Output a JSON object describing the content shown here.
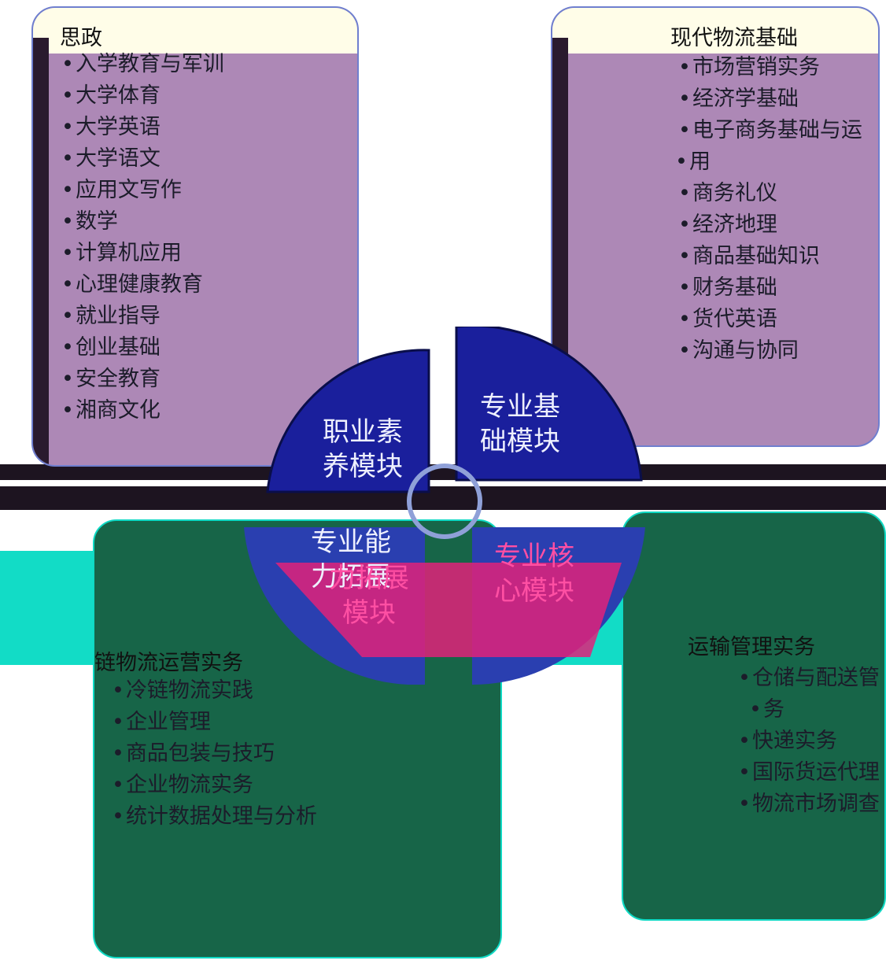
{
  "modules": {
    "top_left": {
      "heading": "思政",
      "items": [
        "入学教育与军训",
        "大学体育",
        "大学英语",
        "大学语文",
        "应用文写作",
        "数学",
        "计算机应用",
        "心理健康教育",
        "就业指导",
        "创业基础",
        "安全教育",
        "湘商文化"
      ]
    },
    "top_right": {
      "heading": "现代物流基础",
      "items": [
        "市场营销实务",
        "经济学基础",
        "电子商务基础与运",
        "用",
        "商务礼仪",
        "经济地理",
        "商品基础知识",
        "财务基础",
        "货代英语",
        "沟通与协同"
      ]
    },
    "bottom_left": {
      "heading": "链物流运营实务",
      "items": [
        "冷链物流实践",
        "企业管理",
        "商品包装与技巧",
        "企业物流实务",
        "统计数据处理与分析"
      ]
    },
    "bottom_right": {
      "heading": "运输管理实务",
      "items": [
        "仓储与配送管",
        "务",
        "快递实务",
        "国际货运代理",
        "物流市场调查"
      ]
    }
  },
  "center": {
    "segments": [
      {
        "label_line1": "职业素",
        "label_line2": "养模块",
        "color": "#1a1f9c"
      },
      {
        "label_line1": "专业基",
        "label_line2": "础模块",
        "color": "#1a1f9c"
      },
      {
        "label_line1": "专业能",
        "label_line2": "力拓展",
        "color": "#1a1f9c"
      },
      {
        "label_line1": "专业核",
        "label_line2": "心模块",
        "color": "#1a1f9c"
      }
    ],
    "overlay_label_line1": "力拓展",
    "overlay_label_line2": "模块"
  },
  "colors": {
    "panel_purple": "#ad88b6",
    "panel_green": "#176548",
    "teal": "#12dcc6",
    "navy": "#1a1f9c",
    "magenta": "#e0227a",
    "label_white": "#eef0ff",
    "label_pink": "#ff4fa3"
  }
}
